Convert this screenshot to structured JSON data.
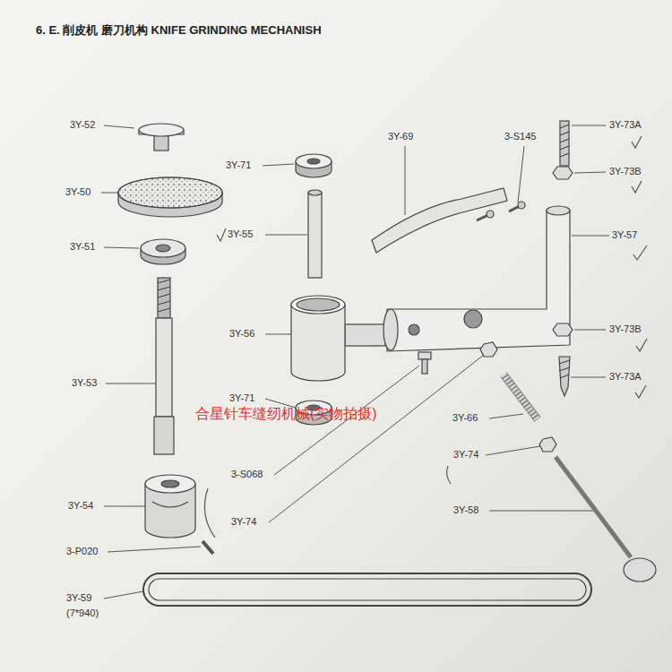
{
  "diagram": {
    "title": "6. E. 削皮机 磨刀机构 KNIFE GRINDING MECHANISH",
    "labels": [
      "3Y-52",
      "3Y-50",
      "3Y-51",
      "3Y-53",
      "3Y-54",
      "3-P020",
      "3Y-59",
      "(7*940)",
      "3Y-71",
      "3Y-55",
      "3Y-56",
      "3Y-71",
      "3-S068",
      "3Y-74",
      "3Y-69",
      "3-S145",
      "3Y-73A",
      "3Y-73B",
      "3Y-57",
      "3Y-73B",
      "3Y-73A",
      "3Y-66",
      "3Y-74",
      "3Y-58",
      "合星针车缝纫机械(实物拍摄)"
    ]
  }
}
